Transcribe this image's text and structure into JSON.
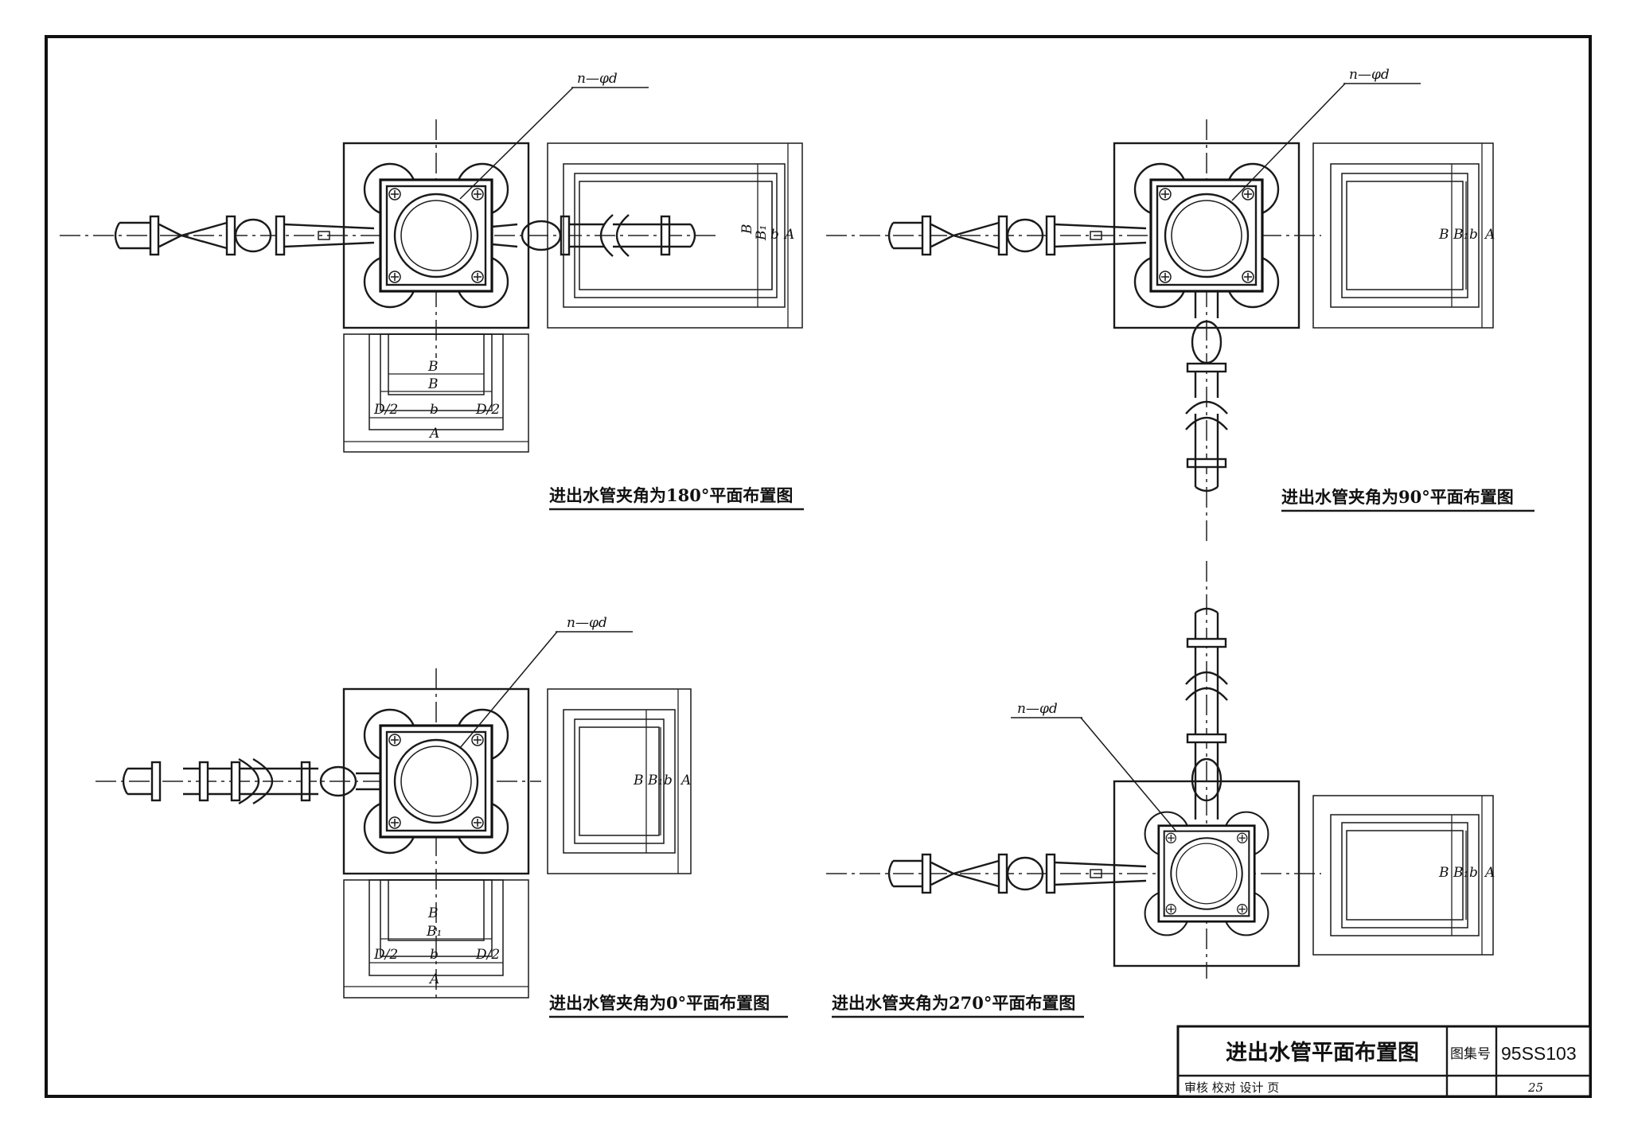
{
  "title_block": {
    "drawing_title": "进出水管平面布置图",
    "atlas_label": "图集号",
    "atlas_number": "95SS103",
    "sign_row": "审核  校对  设计  页",
    "page_number": "25"
  },
  "views": [
    {
      "id": "180",
      "caption": "进出水管夹角为180°平面布置图"
    },
    {
      "id": "90",
      "caption": "进出水管夹角为90°平面布置图"
    },
    {
      "id": "0",
      "caption": "进出水管夹角为0°平面布置图"
    },
    {
      "id": "270",
      "caption": "进出水管夹角为270°平面布置图"
    }
  ],
  "labels": {
    "bolt_holes": "n—φd",
    "dim_A": "A",
    "dim_B": "B",
    "dim_B1": "B₁",
    "dim_b": "b",
    "dim_half": "D/2"
  }
}
